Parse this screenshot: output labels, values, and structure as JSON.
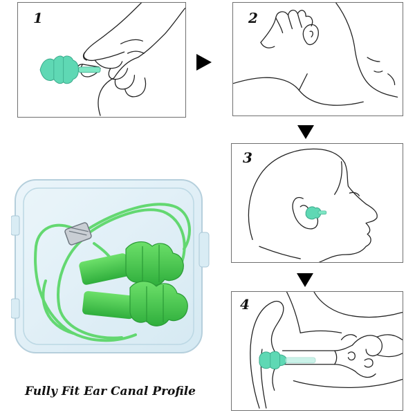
{
  "steps": [
    {
      "number": "1"
    },
    {
      "number": "2"
    },
    {
      "number": "3"
    },
    {
      "number": "4"
    }
  ],
  "caption": "Fully Fit Ear Canal Profile",
  "colors": {
    "earplug_green": "#4ed45a",
    "earplug_teal": "#5fd8b4",
    "line_art": "#222222",
    "panel_border": "#6f6f6f",
    "arrow": "#000000"
  }
}
